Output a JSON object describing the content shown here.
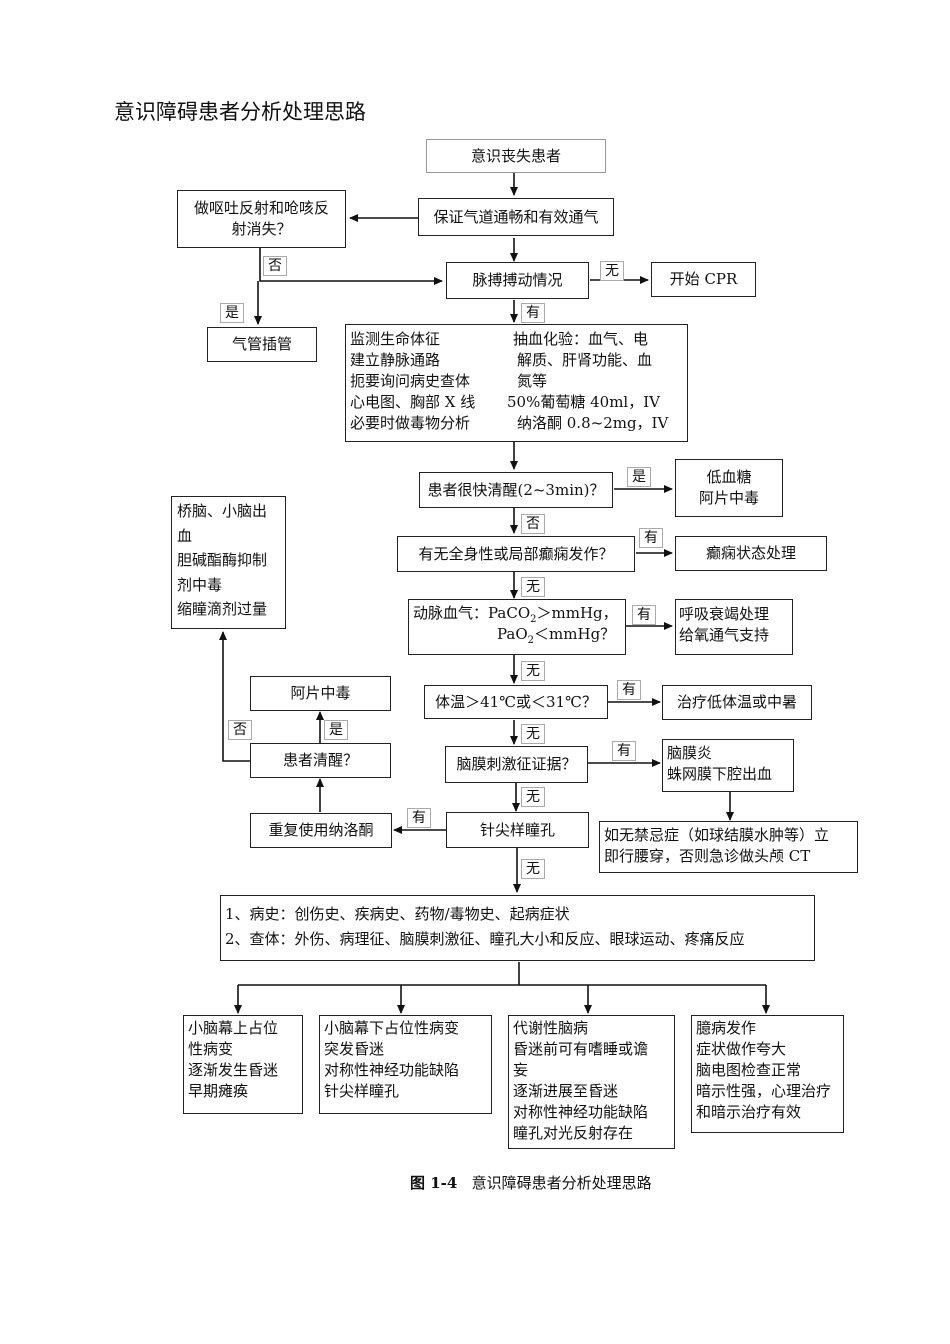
{
  "title": "意识障碍患者分析处理思路",
  "caption": {
    "fig_no": "图 1-4",
    "text": "意识障碍患者分析处理思路"
  },
  "nodes": {
    "start": "意识丧失患者",
    "airway": "保证气道通畅和有效通气",
    "reflex": [
      "做呕吐反射和呛咳反",
      "射消失？"
    ],
    "intubation": "气管插管",
    "pulse": "脉搏搏动情况",
    "cpr": "开始 CPR",
    "monitor_left": [
      "监测生命体征",
      "建立静脉通路",
      "扼要询问病史查体",
      "心电图、胸部 X 线",
      "必要时做毒物分析"
    ],
    "monitor_right": [
      "抽血化验：血气、电",
      "解质、肝肾功能、血",
      "氮等",
      "50%葡萄糖 40ml，IV",
      "纳洛酮 0.8~2mg，IV"
    ],
    "awake_quick": "患者很快清醒(2~3min)？",
    "hypoglycemia": [
      "低血糖",
      "阿片中毒"
    ],
    "seizure_q": "有无全身性或局部癫痫发作？",
    "seizure_tx": "癫痫状态处理",
    "abg": {
      "prefix": "动脉血气：",
      "paco2_a": "PaCO",
      "paco2_sub": "2",
      "paco2_b": "＞mmHg，",
      "pao2_a": "PaO",
      "pao2_sub": "2",
      "pao2_b": "＜mmHg？"
    },
    "resp_tx": [
      "呼吸衰竭处理",
      "给氧通气支持"
    ],
    "temp_q": "体温＞41℃或＜31℃？",
    "temp_tx": "治疗低体温或中暑",
    "mening_q": "脑膜刺激征证据？",
    "mening_dx": [
      "脑膜炎",
      "蛛网膜下腔出血"
    ],
    "lumbar": [
      "如无禁忌症（如球结膜水肿等）立",
      "即行腰穿，否则急诊做头颅 CT"
    ],
    "pinpoint": "针尖样瞳孔",
    "naloxone": "重复使用纳洛酮",
    "awake_q": "患者清醒？",
    "opiate": "阿片中毒",
    "pons": [
      "桥脑、小脑出",
      "血",
      "胆碱酯酶抑制",
      "剂中毒",
      "缩瞳滴剂过量"
    ],
    "history": [
      "1、病史：创伤史、疾病史、药物/毒物史、起病症状",
      "2、查体：外伤、病理征、脑膜刺激征、瞳孔大小和反应、眼球运动、疼痛反应"
    ],
    "cat1": [
      "小脑幕上占位",
      "性病变",
      "逐渐发生昏迷",
      "早期瘫痪"
    ],
    "cat2": [
      "小脑幕下占位性病变",
      "突发昏迷",
      "对称性神经功能缺陷",
      "针尖样瞳孔"
    ],
    "cat3": [
      "代谢性脑病",
      "昏迷前可有嗜睡或谵",
      "妄",
      "逐渐进展至昏迷",
      "对称性神经功能缺陷",
      "瞳孔对光反射存在"
    ],
    "cat4": [
      "臆病发作",
      "症状做作夸大",
      "脑电图检查正常",
      "暗示性强，心理治疗",
      "和暗示治疗有效"
    ]
  },
  "labels": {
    "no_reflex": "否",
    "yes_intubate": "是",
    "none_pulse": "无",
    "has_pulse": "有",
    "yes_awake": "是",
    "no_awake": "否",
    "has_seizure": "有",
    "no_seizure": "无",
    "has_abg": "有",
    "no_abg": "无",
    "has_temp": "有",
    "no_temp": "无",
    "has_mening": "有",
    "no_mening": "无",
    "has_pinpoint": "有",
    "no_pinpoint": "无",
    "yes_awake2": "是",
    "no_awake2": "否"
  }
}
